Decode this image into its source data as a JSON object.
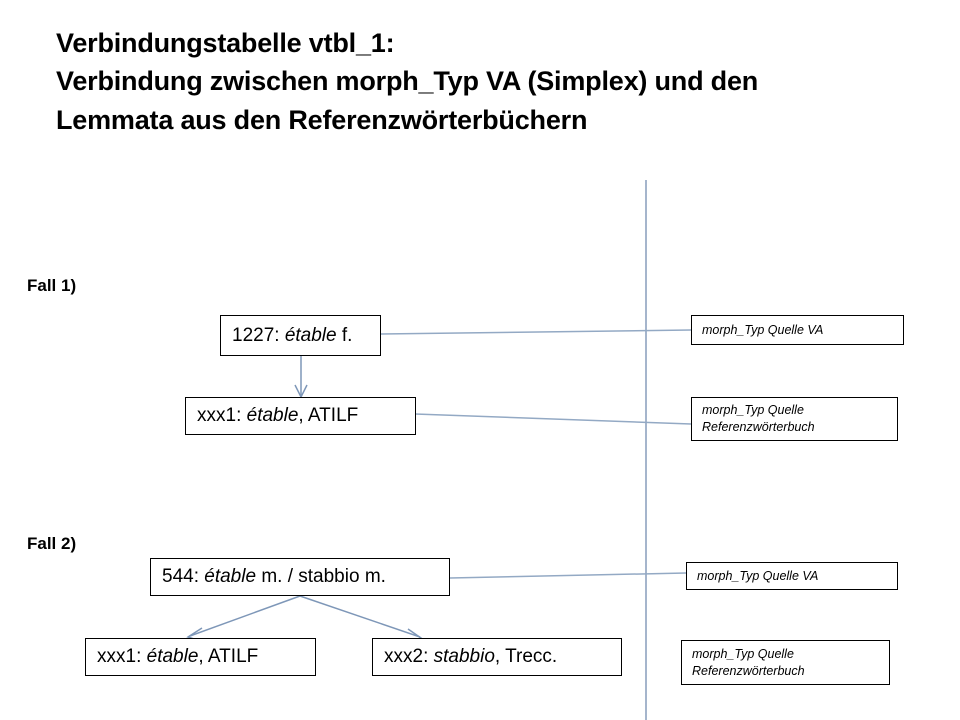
{
  "title": {
    "line1": "Verbindungstabelle vtbl_1:",
    "line2": "Verbindung zwischen morph_Typ VA (Simplex) und den",
    "line3": "Lemmata aus den Referenzwörterbüchern"
  },
  "cases": [
    {
      "label": "Fall 1)",
      "nodes": [
        {
          "prefix": "1227: ",
          "italic": "étable",
          "suffix": " f."
        },
        {
          "prefix": "xxx1: ",
          "italic": "étable",
          "suffix": ", ATILF"
        }
      ]
    },
    {
      "label": "Fall 2)",
      "nodes": [
        {
          "prefix": "544: ",
          "italic": "étable",
          "suffix": " m. / stabbio m."
        },
        {
          "prefix": "xxx1: ",
          "italic": "étable",
          "suffix": ", ATILF"
        },
        {
          "prefix": "xxx2: ",
          "italic": "stabbio",
          "suffix": ", Trecc."
        }
      ]
    }
  ],
  "legend": {
    "case1_va": "morph_Typ Quelle VA",
    "case1_ref_line1": "morph_Typ Quelle",
    "case1_ref_line2": "Referenzwörterbuch",
    "case2_va": "morph_Typ Quelle VA",
    "case2_ref_line1": "morph_Typ Quelle",
    "case2_ref_line2": "Referenzwörterbuch"
  },
  "colors": {
    "connector": "#93a9c4",
    "divider": "#9badc7",
    "box_border": "#000000",
    "text": "#000000",
    "background": "#ffffff"
  }
}
